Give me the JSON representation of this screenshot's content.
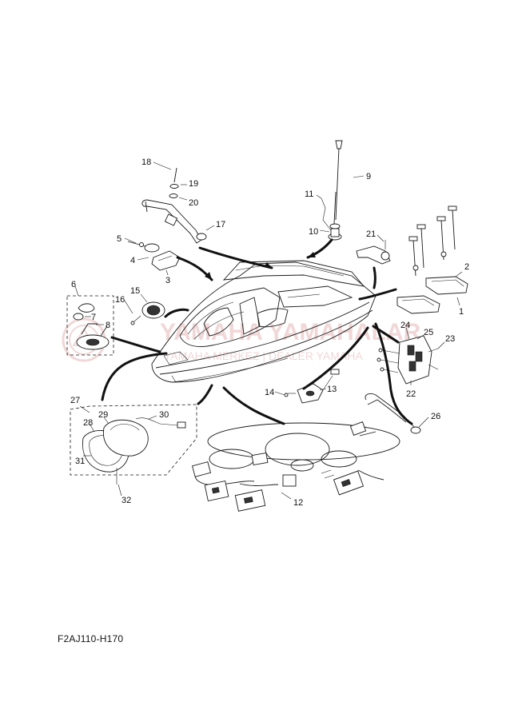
{
  "diagram": {
    "code": "F2AJ110-H170",
    "watermark": {
      "line1": "YAMAHA YAMAHALAR",
      "line2": "YAMAHA MERKEZ | DEALER YAMAHA"
    },
    "labels": [
      "1",
      "2",
      "3",
      "4",
      "5",
      "6",
      "7",
      "8",
      "9",
      "10",
      "11",
      "12",
      "13",
      "14",
      "15",
      "16",
      "17",
      "18",
      "19",
      "20",
      "21",
      "22",
      "23",
      "24",
      "25",
      "26",
      "27",
      "28",
      "29",
      "30",
      "31",
      "32"
    ]
  },
  "colors": {
    "ink": "#1a1a1a",
    "watermark": "#e6b7b7"
  }
}
